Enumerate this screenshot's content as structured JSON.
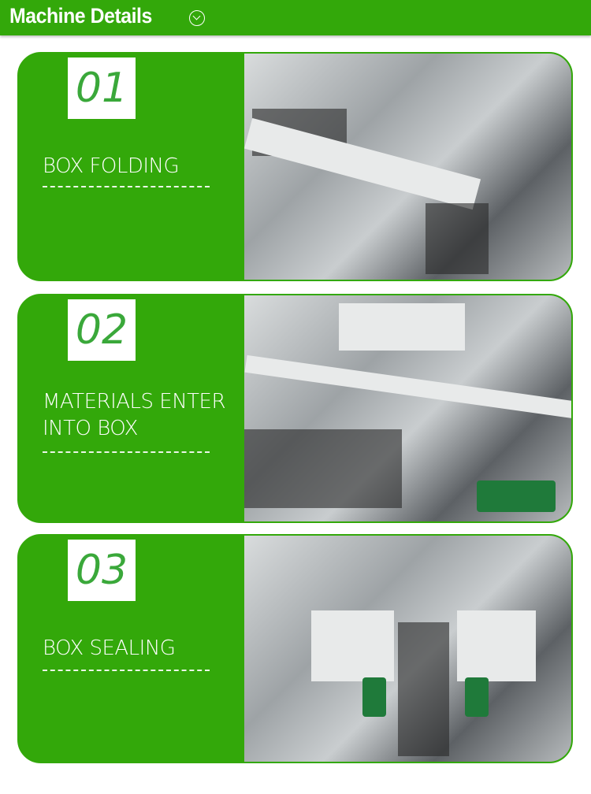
{
  "header": {
    "title": "Machine Details",
    "icon": "chevron-down-circle-icon"
  },
  "colors": {
    "brand_green": "#33a80a",
    "number_green": "#3aa83a"
  },
  "sections": [
    {
      "number": "01",
      "label": "BOX FOLDING"
    },
    {
      "number": "02",
      "label": "MATERIALS ENTER INTO BOX"
    },
    {
      "number": "03",
      "label": "BOX SEALING"
    }
  ]
}
